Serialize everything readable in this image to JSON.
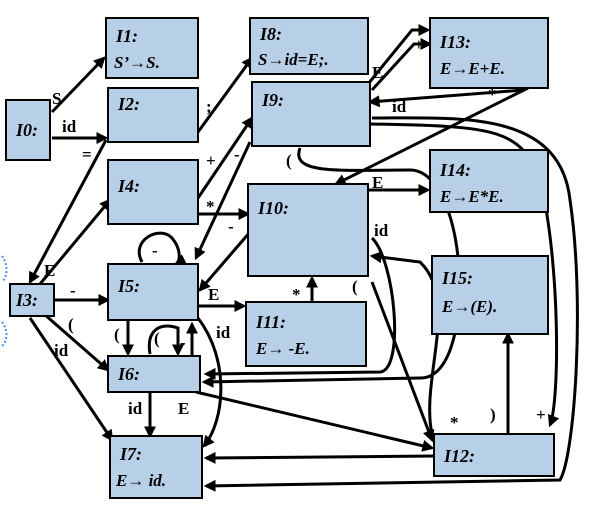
{
  "states": {
    "i0": {
      "name": "I0:"
    },
    "i1": {
      "name": "I1:",
      "production": "S’→S."
    },
    "i2": {
      "name": "I2:"
    },
    "i3": {
      "name": "I3:"
    },
    "i4": {
      "name": "I4:"
    },
    "i5": {
      "name": "I5:"
    },
    "i6": {
      "name": "I6:"
    },
    "i7": {
      "name": "I7:",
      "production": "E→ id."
    },
    "i8": {
      "name": "I8:",
      "production": "S→id=E;."
    },
    "i9": {
      "name": "I9:"
    },
    "i10": {
      "name": "I10:"
    },
    "i11": {
      "name": "I11:",
      "production": "E→ -E."
    },
    "i12": {
      "name": "I12:"
    },
    "i13": {
      "name": "I13:",
      "production": "E→E+E."
    },
    "i14": {
      "name": "I14:",
      "production": "E→E*E."
    },
    "i15": {
      "name": "I15:",
      "production": "E→(E)."
    }
  },
  "edge_labels": {
    "i0_i1": "S",
    "i0_i2": "id",
    "i2_i3": "=",
    "i2_i8": ";",
    "i3_i4": "E",
    "i3_i5": "-",
    "i3_i6": "(",
    "i3_i7": "id",
    "i4_i9": "+",
    "i4_i9b": "-",
    "i4_i10": "*",
    "i4_i10b": "-",
    "i5_loop": "-",
    "i5_i11": "E",
    "i5_i6": "(",
    "i5_i6b": "(",
    "i6_i5": "-",
    "i5_i7": "id",
    "i6_i7": "id",
    "i6_i12": "E",
    "i9_paren": "(",
    "i9_i13": "E",
    "i9_id": "id",
    "i9_plus": "+",
    "i13_star": "*",
    "i10_i14": "E",
    "i10_id": "id",
    "i11_star": "*",
    "i10_paren": "(",
    "i12_star": "*",
    "i12_close": ")",
    "i12_plus": "+"
  },
  "colors": {
    "box_fill": "#b8cfe8",
    "stroke": "#000000",
    "cue": "#4a8ee0"
  }
}
